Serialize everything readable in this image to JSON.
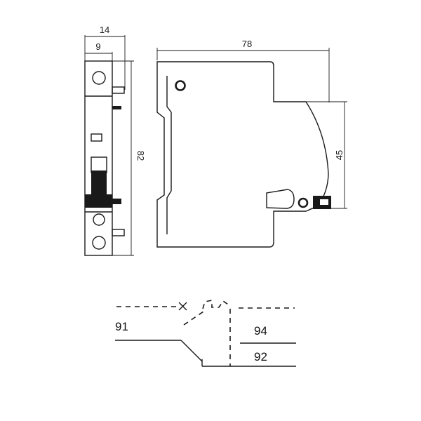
{
  "dimensions": {
    "front_width_total": "14",
    "front_width_inner": "9",
    "front_height": "82",
    "side_depth": "78",
    "side_height": "45"
  },
  "schematic": {
    "terminal_91": "91",
    "terminal_94": "94",
    "terminal_92": "92"
  },
  "colors": {
    "line": "#1a1a1a",
    "fill_dark": "#1a1a1a",
    "background": "#ffffff"
  }
}
